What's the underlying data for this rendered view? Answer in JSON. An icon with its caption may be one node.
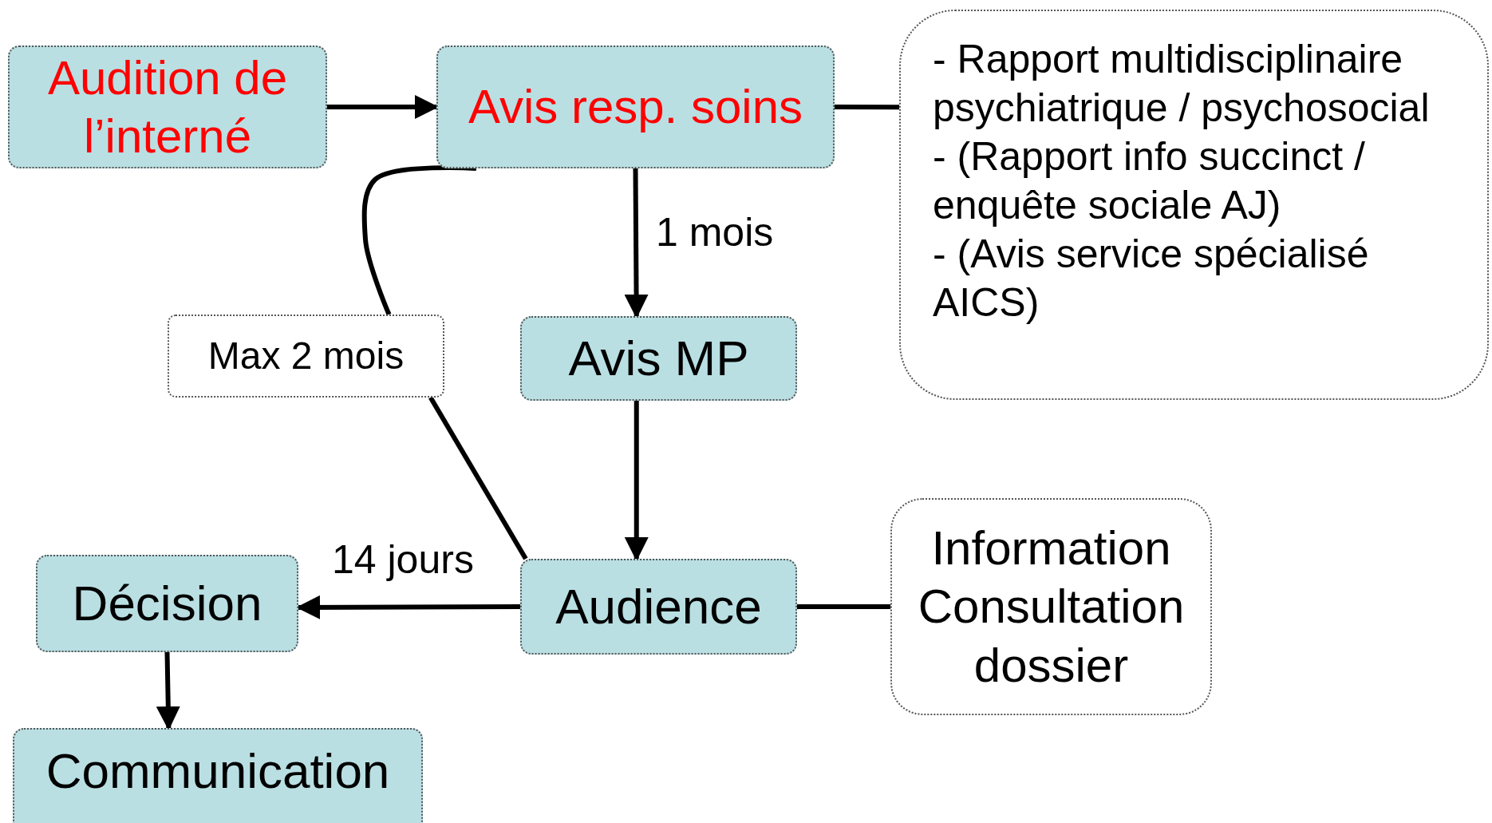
{
  "diagram": {
    "nodes": [
      {
        "text": [
          "Audition de l’interné"
        ]
      },
      {
        "text": [
          "Avis resp. soins"
        ]
      },
      {
        "text": [
          "- Rapport multidisciplinaire psychiatrique / psychosocial",
          "- (Rapport info succinct / enquête sociale AJ)",
          "- (Avis service spécialisé AICS)"
        ]
      },
      {
        "text": [
          "Max 2 mois"
        ]
      },
      {
        "text": [
          "Avis MP"
        ]
      },
      {
        "text": [
          "Audience"
        ]
      },
      {
        "text": [
          "Information Consultation dossier"
        ]
      },
      {
        "text": [
          "Décision"
        ]
      },
      {
        "text": [
          "Communication"
        ]
      }
    ],
    "edges": [
      {
        "from": 0,
        "to": 1,
        "arrow": "to"
      },
      {
        "from": 1,
        "to": 2,
        "arrow": "none"
      },
      {
        "from": 1,
        "to": 4,
        "arrow": "to",
        "label": "1 mois"
      },
      {
        "from": 1,
        "to": 3,
        "arrow": "none"
      },
      {
        "from": 3,
        "to": 5,
        "arrow": "none"
      },
      {
        "from": 4,
        "to": 5,
        "arrow": "to"
      },
      {
        "from": 5,
        "to": 7,
        "arrow": "to",
        "label": "14 jours"
      },
      {
        "from": 5,
        "to": 6,
        "arrow": "none"
      },
      {
        "from": 7,
        "to": 8,
        "arrow": "to"
      }
    ]
  }
}
